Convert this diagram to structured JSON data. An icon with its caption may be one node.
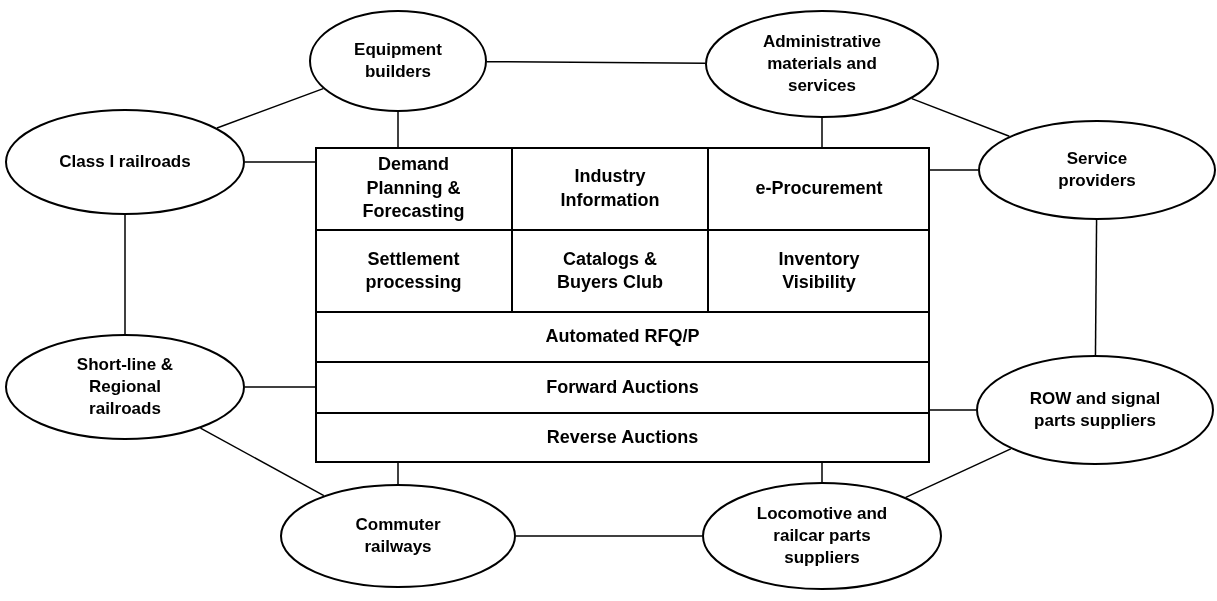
{
  "diagram": {
    "nodes": [
      {
        "text": [
          "Equipment builders"
        ]
      },
      {
        "text": [
          "Administrative materials and services"
        ]
      },
      {
        "text": [
          "Class I railroads"
        ]
      },
      {
        "text": [
          "Service providers"
        ]
      },
      {
        "text": [],
        "shape": "box"
      },
      {
        "text": [
          "Demand Planning & Forecasting"
        ],
        "in": 4
      },
      {
        "text": [
          "Industry Information"
        ],
        "in": 4
      },
      {
        "text": [
          "e-Procurement"
        ],
        "in": 4
      },
      {
        "text": [
          "Settlement processing"
        ],
        "in": 4
      },
      {
        "text": [
          "Catalogs & Buyers Club"
        ],
        "in": 4
      },
      {
        "text": [
          "Inventory Visibility"
        ],
        "in": 4
      },
      {
        "text": [
          "Automated RFQ/P"
        ],
        "in": 4
      },
      {
        "text": [
          "Forward Auctions"
        ],
        "in": 4
      },
      {
        "text": [
          "Reverse Auctions"
        ],
        "in": 4
      },
      {
        "text": [
          "Short-line & Regional railroads"
        ]
      },
      {
        "text": [
          "ROW and signal parts suppliers"
        ]
      },
      {
        "text": [
          "Commuter railways"
        ]
      },
      {
        "text": [
          "Locomotive and railcar parts suppliers"
        ]
      }
    ],
    "edges": [
      {
        "from": 0,
        "to": 1,
        "arrow": "none"
      },
      {
        "from": 0,
        "to": 2,
        "arrow": "none"
      },
      {
        "from": 1,
        "to": 3,
        "arrow": "none"
      },
      {
        "from": 0,
        "to": 4,
        "arrow": "none"
      },
      {
        "from": 1,
        "to": 4,
        "arrow": "none"
      },
      {
        "from": 2,
        "to": 4,
        "arrow": "none"
      },
      {
        "from": 3,
        "to": 4,
        "arrow": "none"
      },
      {
        "from": 2,
        "to": 14,
        "arrow": "none"
      },
      {
        "from": 3,
        "to": 15,
        "arrow": "none"
      },
      {
        "from": 14,
        "to": 4,
        "arrow": "none"
      },
      {
        "from": 15,
        "to": 4,
        "arrow": "none"
      },
      {
        "from": 14,
        "to": 16,
        "arrow": "none"
      },
      {
        "from": 15,
        "to": 17,
        "arrow": "none"
      },
      {
        "from": 16,
        "to": 4,
        "arrow": "none"
      },
      {
        "from": 17,
        "to": 4,
        "arrow": "none"
      },
      {
        "from": 16,
        "to": 17,
        "arrow": "none"
      }
    ]
  }
}
